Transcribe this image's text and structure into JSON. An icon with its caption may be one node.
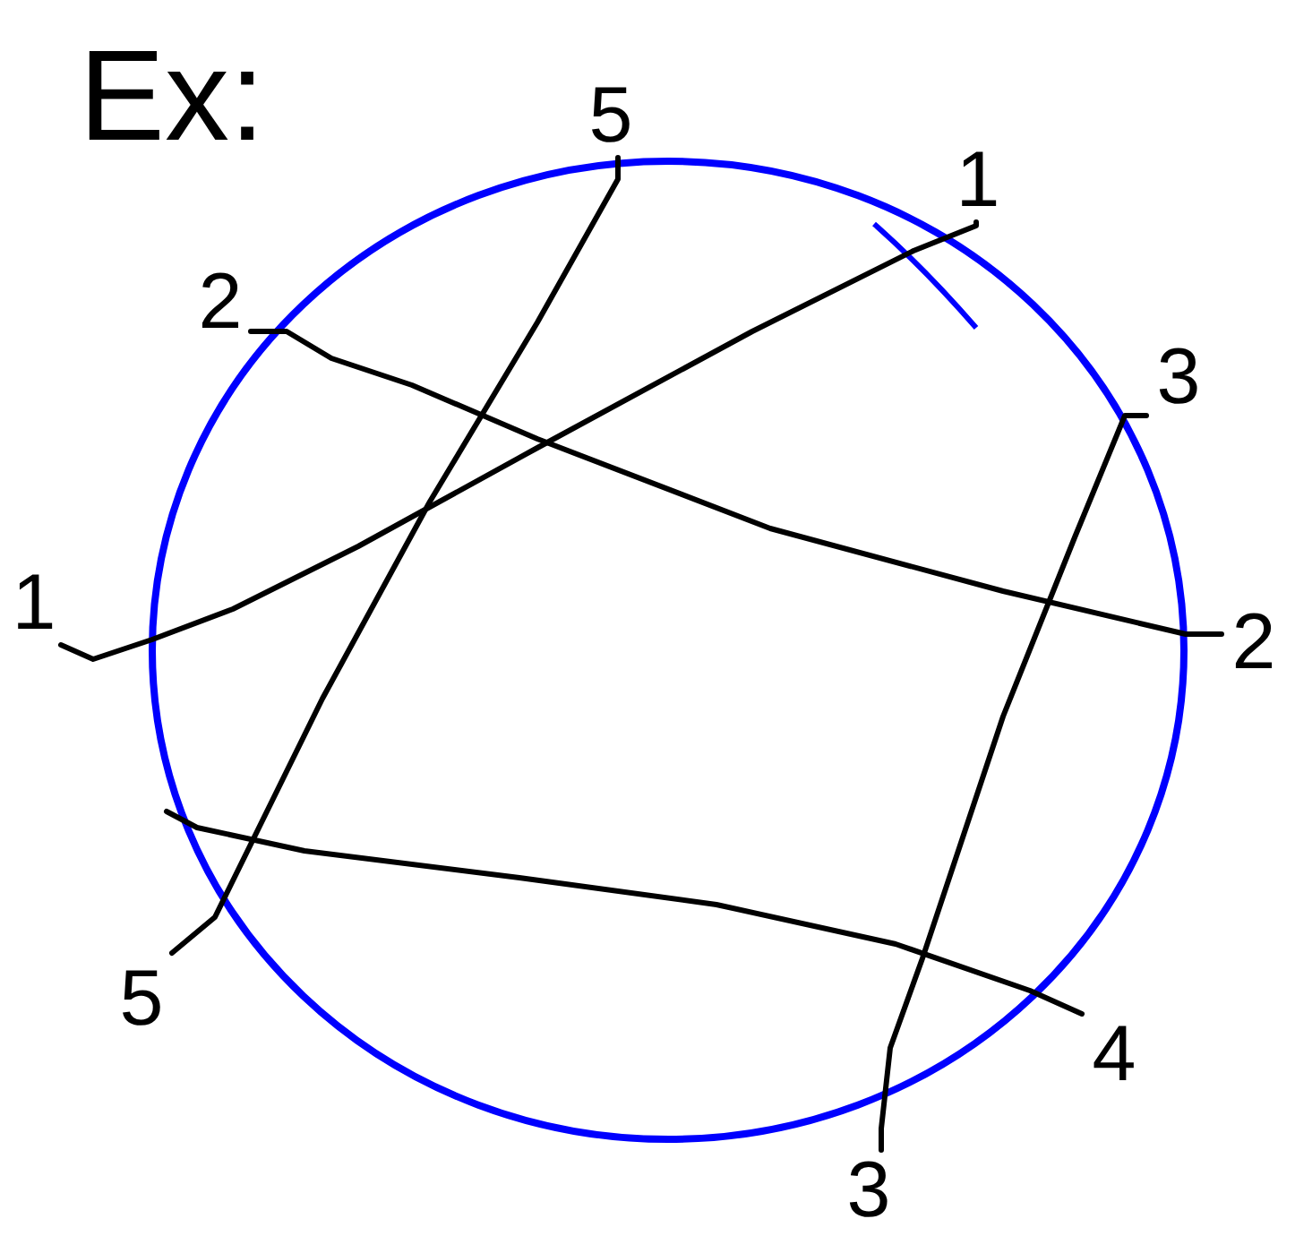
{
  "diagram": {
    "title": "Ex:",
    "nodes": [
      {
        "text": [
          "5"
        ]
      },
      {
        "text": [
          "1"
        ]
      },
      {
        "text": [
          "2"
        ]
      },
      {
        "text": [
          "3"
        ]
      },
      {
        "text": [
          "1"
        ]
      },
      {
        "text": [
          "2"
        ]
      },
      {
        "text": [
          "5"
        ]
      },
      {
        "text": [
          "4"
        ]
      },
      {
        "text": [
          "3"
        ]
      }
    ],
    "edges": [
      {
        "from": 4,
        "to": 1,
        "arrow": "none"
      },
      {
        "from": 2,
        "to": 5,
        "arrow": "none"
      },
      {
        "from": 3,
        "to": 8,
        "arrow": "none"
      },
      {
        "from": 0,
        "to": 6,
        "arrow": "none"
      },
      {
        "from": null,
        "to": 7,
        "arrow": "none"
      }
    ]
  }
}
